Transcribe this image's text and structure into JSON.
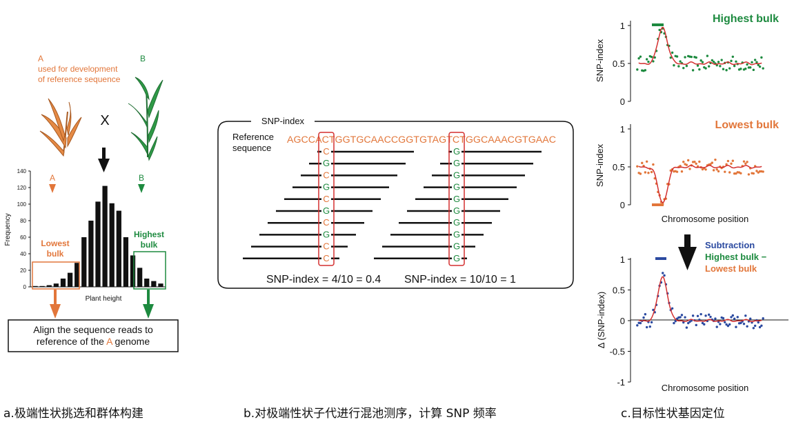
{
  "colors": {
    "orange": "#e2763a",
    "green": "#1d8a3f",
    "red": "#d32f2f",
    "blue": "#2b4aa0",
    "black": "#111111",
    "plant_orange": "#e58a45",
    "plant_green": "#2f9a47"
  },
  "panel_a": {
    "parent_a_letter": "A",
    "parent_a_note_1": "used for development",
    "parent_a_note_2": "of reference sequence",
    "parent_b_letter": "B",
    "cross_symbol": "X",
    "arrow_a_label": "A",
    "arrow_b_label": "B",
    "lowest_label_1": "Lowest",
    "lowest_label_2": "bulk",
    "highest_label_1": "Highest",
    "highest_label_2": "bulk",
    "align_text_1": "Align the sequence reads to",
    "align_text_2_pre": "reference of the ",
    "align_text_2_letter": "A",
    "align_text_2_post": " genome",
    "caption": "a.极端性状挑选和群体构建"
  },
  "panel_b": {
    "box_title": "SNP-index",
    "ref_label_1": "Reference",
    "ref_label_2": "sequence",
    "reference_sequence": "AGCCACTGGTGCAACCGGTGTAGTCTGGCAAACGTGAAC",
    "snp1_bases": [
      "C",
      "G",
      "C",
      "G",
      "C",
      "G",
      "C",
      "G",
      "C",
      "C"
    ],
    "snp2_bases": [
      "G",
      "G",
      "G",
      "G",
      "G",
      "G",
      "G",
      "G",
      "G",
      "G"
    ],
    "snp1_formula": "SNP-index = 4/10 = 0.4",
    "snp2_formula": "SNP-index = 10/10 = 1",
    "caption": "b.对极端性状子代进行混池测序，计算 SNP 频率"
  },
  "panel_c": {
    "highest_title": "Highest bulk",
    "lowest_title": "Lowest bulk",
    "snp_axis_label": "SNP-index",
    "delta_axis_label": "Δ (SNP-index)",
    "chrom_position_1": "Chromosome position",
    "chrom_position_2": "Chromosome position",
    "subtraction_1": "Subtraction",
    "subtraction_2": "Highest bulk −",
    "subtraction_3": "Lowest bulk",
    "caption": "c.目标性状基因定位"
  },
  "chart_data": [
    {
      "type": "bar",
      "xlabel": "Plant height",
      "ylabel": "Frequency",
      "ylim": [
        0,
        140
      ],
      "yticks": [
        0,
        20,
        40,
        60,
        80,
        100,
        120,
        140
      ],
      "values": [
        1,
        1,
        2,
        4,
        10,
        17,
        29,
        60,
        80,
        103,
        122,
        101,
        92,
        60,
        38,
        23,
        10,
        7,
        4
      ]
    },
    {
      "type": "scatter",
      "title": "Highest bulk",
      "ylabel": "SNP-index",
      "ylim": [
        0,
        1
      ],
      "yticks": [
        0,
        0.5,
        1
      ],
      "peak_position": 0.22,
      "peak_value": 0.98,
      "baseline": 0.5
    },
    {
      "type": "scatter",
      "title": "Lowest bulk",
      "ylabel": "SNP-index",
      "xlabel": "Chromosome position",
      "ylim": [
        0,
        1
      ],
      "yticks": [
        0,
        0.5,
        1
      ],
      "trough_position": 0.22,
      "trough_value": 0.03,
      "baseline": 0.5
    },
    {
      "type": "scatter",
      "title": "Subtraction",
      "ylabel": "Δ (SNP-index)",
      "xlabel": "Chromosome position",
      "ylim": [
        -1,
        1
      ],
      "yticks": [
        -1,
        -0.5,
        0,
        0.5,
        1
      ],
      "peak_position": 0.22,
      "peak_value": 0.72,
      "baseline": 0
    }
  ]
}
